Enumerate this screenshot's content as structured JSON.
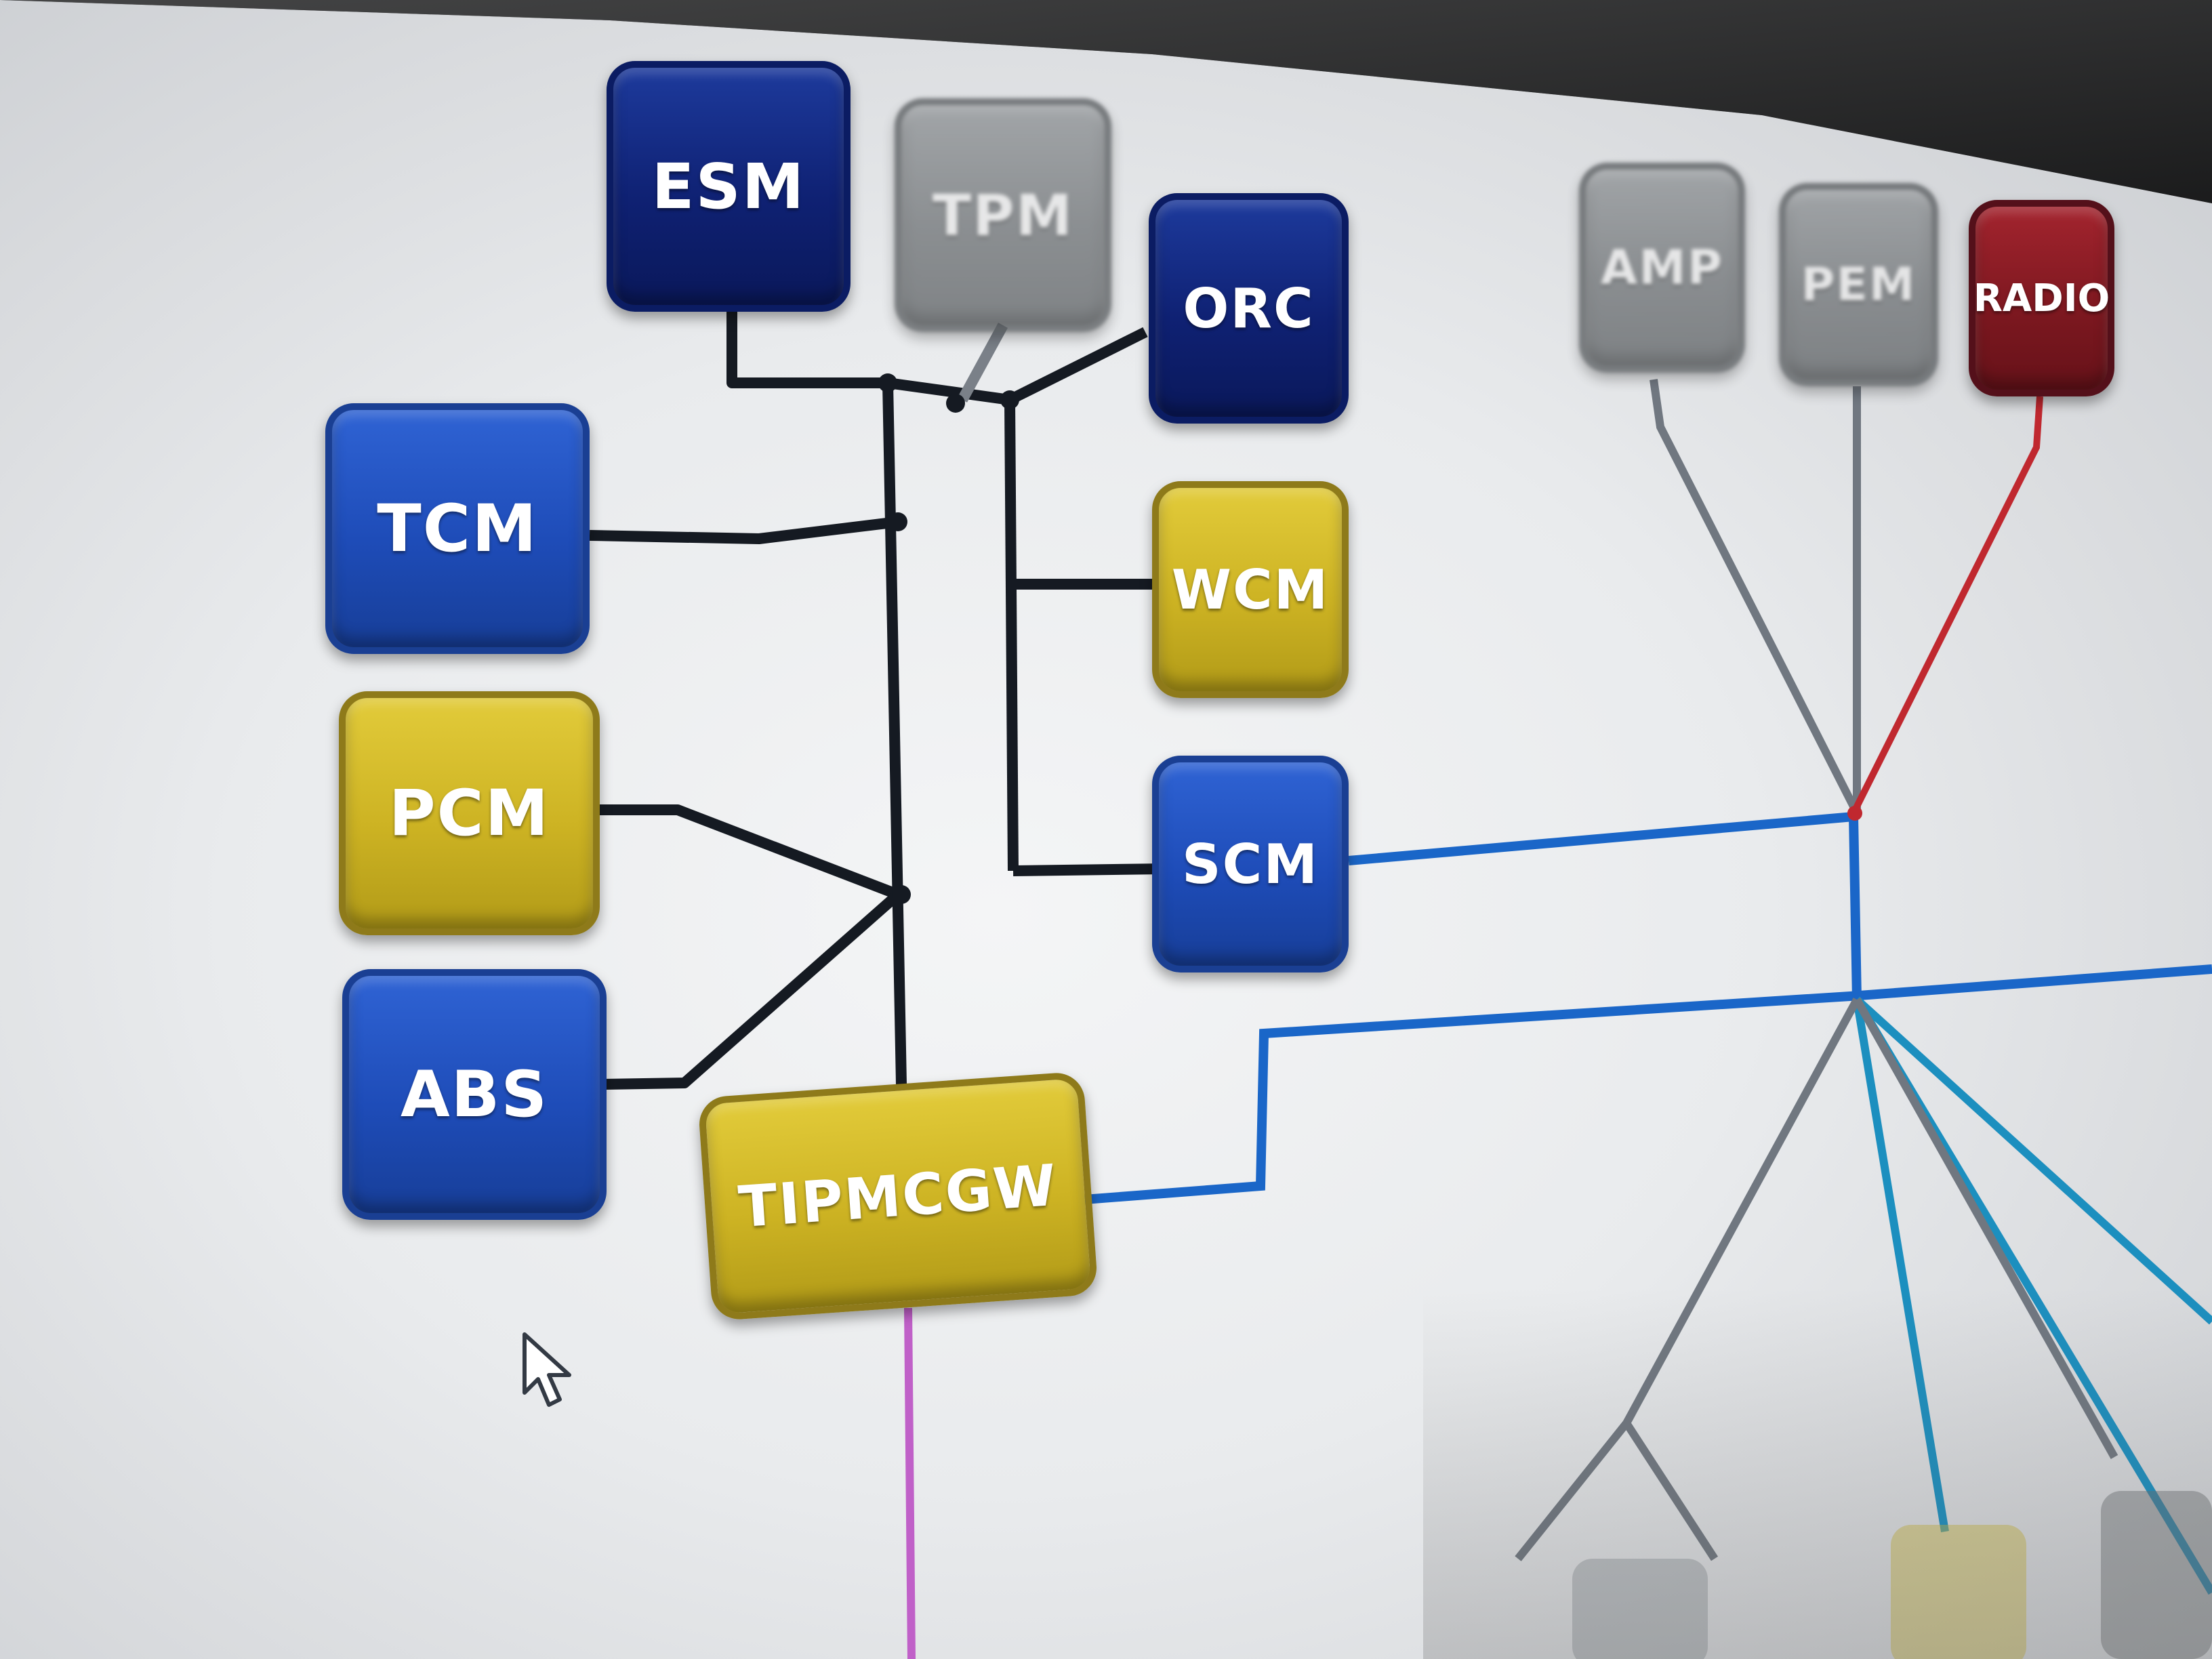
{
  "nodes": {
    "esm": "ESM",
    "tpm": "TPM",
    "orc": "ORC",
    "tcm": "TCM",
    "wcm": "WCM",
    "pcm": "PCM",
    "scm": "SCM",
    "abs": "ABS",
    "tipmcgw": "TIPMCGW",
    "amp": "AMP",
    "pem": "PEM",
    "radio": "RADIO"
  },
  "colors": {
    "can_bus_dark": "#151a22",
    "can_bus_blue": "#1a66c8",
    "can_bus_teal": "#1c8fbf",
    "lin_gray": "#707780",
    "radio_link": "#c0282f",
    "diagnostic_link": "#c060c8"
  },
  "icons": {
    "cursor": "mouse-pointer-icon"
  }
}
